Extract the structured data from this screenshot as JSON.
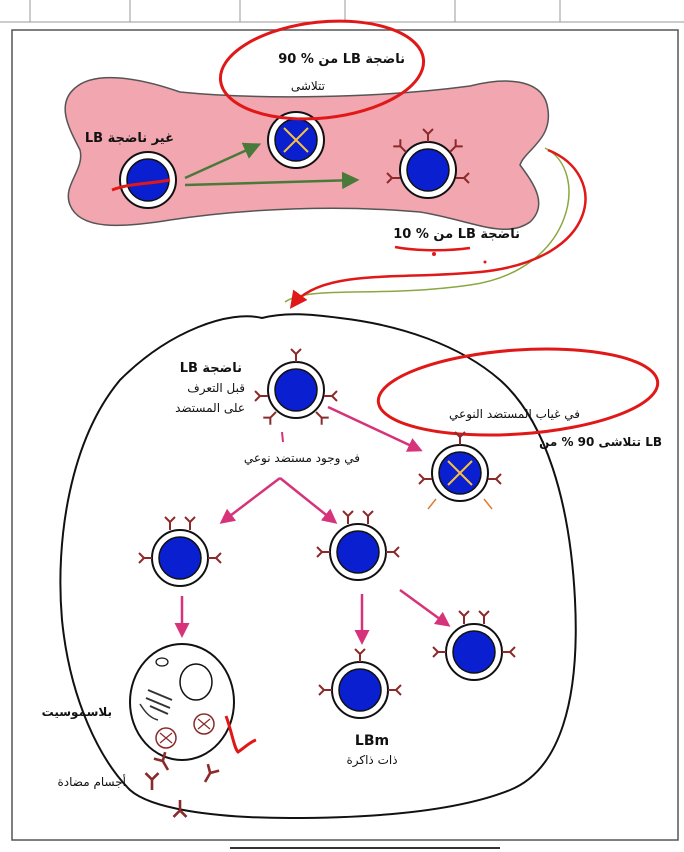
{
  "labels": {
    "immature_lb": "LB غير ناضجة",
    "lb_90_die": "90 % من LB  ناضجة",
    "lb_90_die_2": "تتلاشى",
    "lb_10_mature": "10 % من LB  ناضجة",
    "mature_lb_1": "LB  ناضجة",
    "mature_lb_2": "قبل التعرف",
    "mature_lb_3": "على المستضد",
    "absence_antigen": "في  غياب المستضد النوعي",
    "lb_90_fade": "تتلاشى 90 % من LB",
    "presence_antigen": "في وجود مستضد نوعي",
    "plasmocyte": "بلاسموسيت",
    "antibodies": "أجسام مضادة",
    "lbm": "LBm",
    "memory": "ذات ذاكرة"
  },
  "colors": {
    "bone_marrow": "#f2a6b0",
    "cell_nucleus": "#0a1fd0",
    "arrow_pink": "#d6337a",
    "arrow_green": "#4a7a3a",
    "annotation_red": "#e01818",
    "receptor": "#8b2a2a"
  }
}
